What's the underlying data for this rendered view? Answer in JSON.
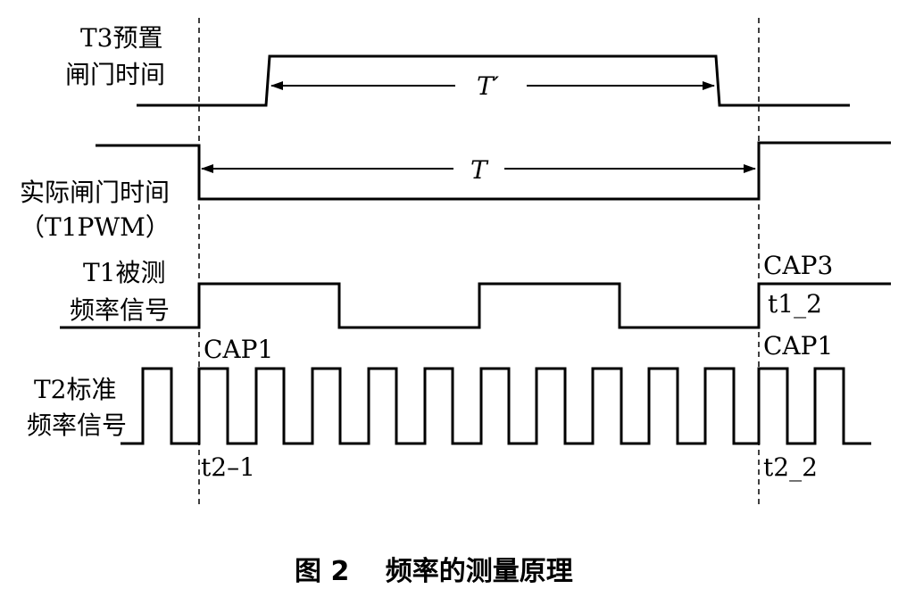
{
  "signals": {
    "t3": {
      "line1": "T3预置",
      "line2": "闸门时间"
    },
    "actual_gate": {
      "line1": "实际闸门时间",
      "line2": "（T1PWM）"
    },
    "t1": {
      "line1": "T1被测",
      "line2": "频率信号"
    },
    "t2": {
      "line1": "T2标准",
      "line2": "频率信号"
    }
  },
  "intervals": {
    "t_prime": "T′",
    "t": "T"
  },
  "annotations": {
    "cap3": "CAP3",
    "t1_2": "t1_2",
    "cap1_left": "CAP1",
    "cap1_right": "CAP1",
    "t2_1": "t2–1",
    "t2_2": "t2_2"
  },
  "caption": "图 2　 频率的测量原理"
}
